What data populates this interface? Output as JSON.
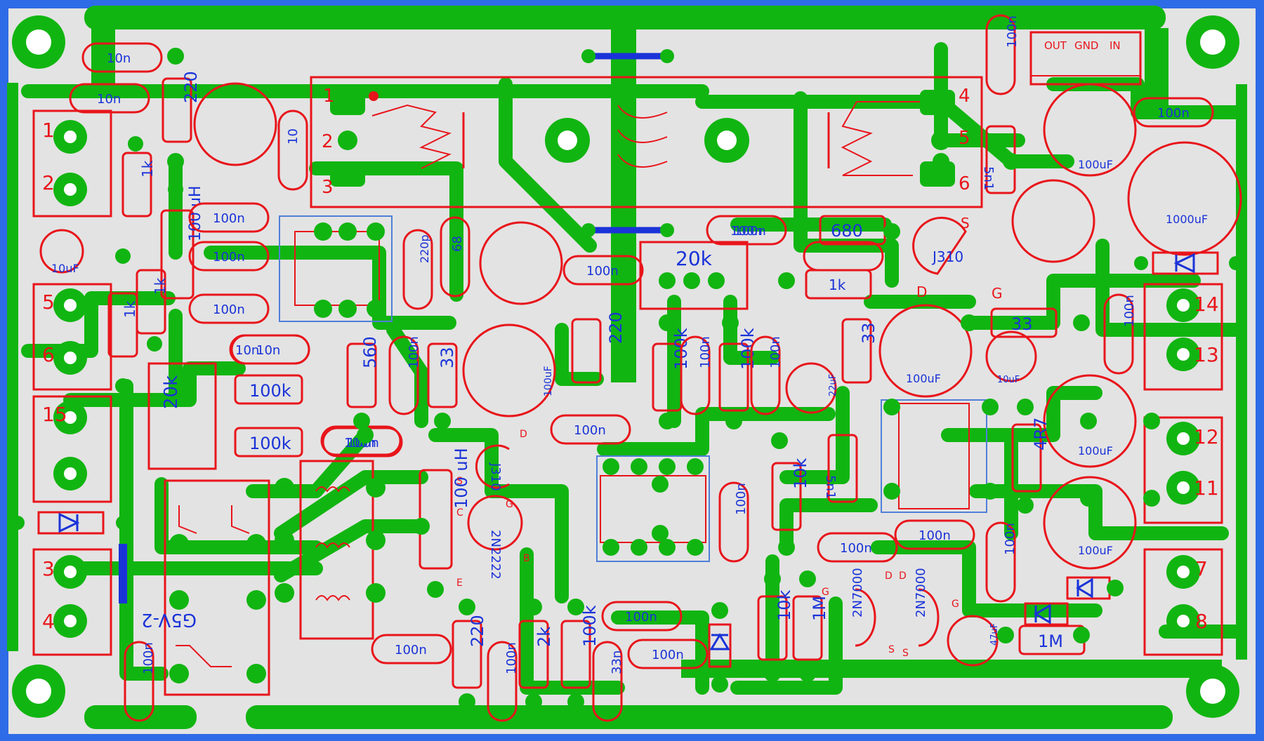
{
  "colors": {
    "frame": "#2e6be6",
    "substrate": "#e3e3e3",
    "copper": "#11b511",
    "silkscreen": "#e8151b",
    "value_text": "#1a33d8",
    "jumper": "#1a33d8"
  },
  "regulator_header": {
    "pins": [
      "OUT",
      "GND",
      "IN"
    ]
  },
  "relay": {
    "pins_left": [
      "1",
      "2",
      "3"
    ],
    "pins_right": [
      "4",
      "5",
      "6"
    ]
  },
  "aux_relay": {
    "label": "G5V-2"
  },
  "connectors": [
    "1",
    "2",
    "5",
    "6",
    "15",
    "3",
    "4",
    "14",
    "13",
    "12",
    "11",
    "7",
    "8"
  ],
  "resistors": [
    "220",
    "1k",
    "1k",
    "1k",
    "100 uH",
    "100k",
    "100k",
    "560",
    "33",
    "220",
    "100 uH",
    "220",
    "2k",
    "100k",
    "100k",
    "100k",
    "680",
    "1k",
    "33",
    "33",
    "4R7",
    "10k",
    "10k",
    "1M",
    "1M",
    "5n1",
    "5n1",
    "20k",
    "20k"
  ],
  "capacitors": [
    "10n",
    "10n",
    "100n",
    "100n",
    "100n",
    "10n",
    "100n",
    "100n",
    "220p",
    "68",
    "10",
    "100n",
    "100n",
    "100n",
    "100n",
    "100n",
    "100n",
    "10n",
    "100n",
    "100n",
    "100n",
    "100n",
    "100n",
    "100n",
    "100n",
    "100n",
    "100n",
    "100n",
    "100n",
    "100n",
    "33n",
    "100n"
  ],
  "electrolytics": [
    "10uF",
    "100uF",
    "100uF",
    "1000uF",
    "100uF",
    "10uF",
    "100uF",
    "100uF",
    "22uF",
    "47uF"
  ],
  "transistors": [
    {
      "part": "J310",
      "pins": [
        "S",
        "G",
        "D"
      ]
    },
    {
      "part": "J310",
      "pins": [
        "S",
        "G",
        "D"
      ]
    },
    {
      "part": "2N2222",
      "pins": [
        "C",
        "B",
        "E"
      ]
    },
    {
      "part": "2N7000",
      "pins": [
        "D",
        "G",
        "S"
      ]
    },
    {
      "part": "2N7000",
      "pins": [
        "D",
        "G",
        "S"
      ]
    }
  ]
}
